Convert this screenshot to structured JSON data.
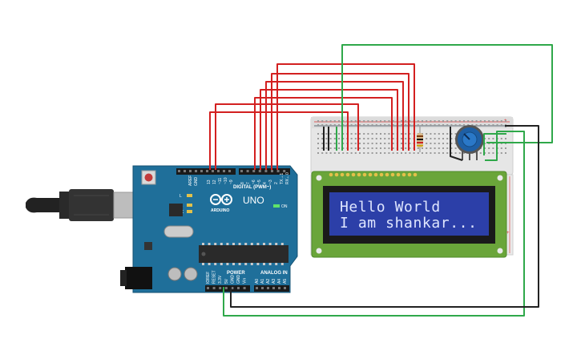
{
  "lcd": {
    "line1": "Hello World",
    "line2": "I am shankar..."
  },
  "arduino": {
    "model": "UNO",
    "brand": "ARDUINO",
    "digital_label": "DIGITAL (PWM~)",
    "analog_label": "ANALOG IN",
    "power_label": "POWER",
    "on_label": "ON",
    "tx_label": "TX",
    "rx_label": "RX",
    "l_label": "L",
    "aref_label": "AREF",
    "gnd_label": "GND",
    "analog_pins": [
      "A0",
      "A1",
      "A2",
      "A3",
      "A4",
      "A5"
    ],
    "power_pins": [
      "IOREF",
      "RESET",
      "3.3V",
      "5V",
      "GND",
      "GND",
      "Vin"
    ],
    "digital_pins": [
      "13",
      "12",
      "~11",
      "~10",
      "~9",
      "8",
      "7",
      "~6",
      "~5",
      "4",
      "~3",
      "2",
      "TX→1",
      "RX←0"
    ]
  },
  "breadboard": {
    "plus_label": "+",
    "minus_label": "-"
  },
  "colors": {
    "arduino_board": "#1f6f9a",
    "breadboard": "#e6e6e6",
    "lcd_pcb": "#6aa53a",
    "lcd_screen": "#2c3fa8",
    "wire_red": "#d32020",
    "wire_green": "#2fa84a",
    "wire_black": "#222222",
    "potentiometer": "#1e5fa5"
  }
}
